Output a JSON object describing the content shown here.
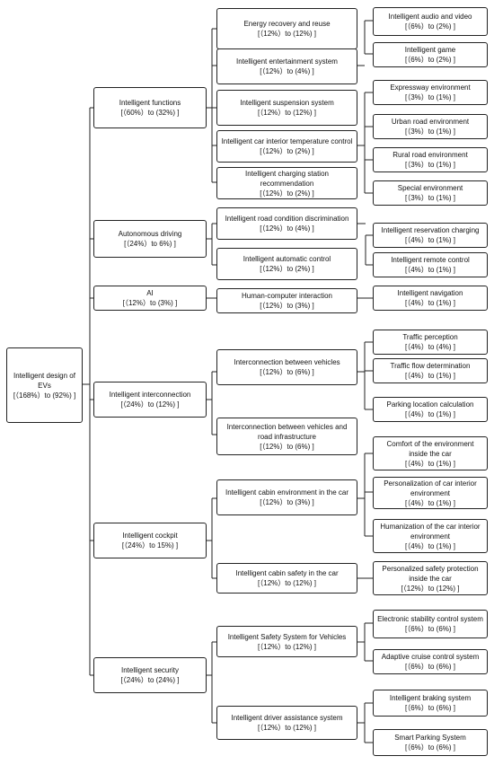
{
  "root": {
    "title": "Intelligent design of EVs",
    "range": "[（168%）to (92%) ]"
  },
  "level1": [
    {
      "title": "Intelligent functions",
      "range": "[（60%）to (32%) ]"
    },
    {
      "title": "Autonomous driving",
      "range": "[（24%）to 6%) ]"
    },
    {
      "title": "AI",
      "range": "[（12%）to (3%) ]"
    },
    {
      "title": "Intelligent interconnection",
      "range": "[（24%）to (12%) ]"
    },
    {
      "title": "Intelligent cockpit",
      "range": "[（24%）to 15%) ]"
    },
    {
      "title": "Intelligent security",
      "range": "[（24%）to (24%) ]"
    }
  ],
  "level2": [
    {
      "title": "Energy recovery and reuse",
      "range": "[（12%）to (12%) ]"
    },
    {
      "title": "Intelligent entertainment system",
      "range": "[（12%）to (4%) ]"
    },
    {
      "title": "Intelligent suspension system",
      "range": "[（12%）to (12%) ]"
    },
    {
      "title": "Intelligent car interior temperature control",
      "range": "[（12%）to (2%) ]"
    },
    {
      "title": "Intelligent charging station recommendation",
      "range": "[（12%）to (2%) ]"
    },
    {
      "title": "Intelligent road condition discrimination",
      "range": "[（12%）to (4%) ]"
    },
    {
      "title": "Intelligent automatic control",
      "range": "[（12%）to (2%) ]"
    },
    {
      "title": "Human-computer interaction",
      "range": "[（12%）to (3%) ]"
    },
    {
      "title": "Interconnection between vehicles",
      "range": "[（12%）to (6%) ]"
    },
    {
      "title": "Interconnection between vehicles and road infrastructure",
      "range": "[（12%）to (6%) ]"
    },
    {
      "title": "Intelligent cabin environment in the car",
      "range": "[（12%）to (3%) ]"
    },
    {
      "title": "Intelligent cabin safety in the car",
      "range": "[（12%）to (12%) ]"
    },
    {
      "title": "Intelligent Safety System for Vehicles",
      "range": "[（12%）to (12%) ]"
    },
    {
      "title": "Intelligent driver assistance system",
      "range": "[（12%）to (12%) ]"
    }
  ],
  "level3": [
    {
      "title": "Intelligent audio and video",
      "range": "[（6%）to (2%) ]"
    },
    {
      "title": "Intelligent game",
      "range": "[（6%）to (2%) ]"
    },
    {
      "title": "Expressway environment",
      "range": "[（3%）to (1%) ]"
    },
    {
      "title": "Urban road environment",
      "range": "[（3%）to (1%) ]"
    },
    {
      "title": "Rural road environment",
      "range": "[（3%）to (1%) ]"
    },
    {
      "title": "Special environment",
      "range": "[（3%）to (1%) ]"
    },
    {
      "title": "Intelligent reservation charging",
      "range": "[（4%）to (1%) ]"
    },
    {
      "title": "Intelligent remote control",
      "range": "[（4%）to (1%) ]"
    },
    {
      "title": "Intelligent navigation",
      "range": "[（4%）to (1%) ]"
    },
    {
      "title": "Traffic perception",
      "range": "[（4%）to (4%) ]"
    },
    {
      "title": "Traffic flow determination",
      "range": "[（4%）to (1%) ]"
    },
    {
      "title": "Parking location calculation",
      "range": "[（4%）to (1%) ]"
    },
    {
      "title": "Comfort of the environment inside the car",
      "range": "[（4%）to (1%) ]"
    },
    {
      "title": "Personalization of car interior environment",
      "range": "[（4%）to (1%) ]"
    },
    {
      "title": "Humanization of the car interior environment",
      "range": "[（4%）to (1%) ]"
    },
    {
      "title": "Personalized safety protection inside the car",
      "range": "[（12%）to (12%) ]"
    },
    {
      "title": "Electronic stability control system",
      "range": "[（6%）to (6%) ]"
    },
    {
      "title": "Adaptive cruise control system",
      "range": "[（6%）to (6%) ]"
    },
    {
      "title": "Intelligent braking system",
      "range": "[（6%）to (6%) ]"
    },
    {
      "title": "Smart Parking System",
      "range": "[（6%）to (6%) ]"
    }
  ]
}
